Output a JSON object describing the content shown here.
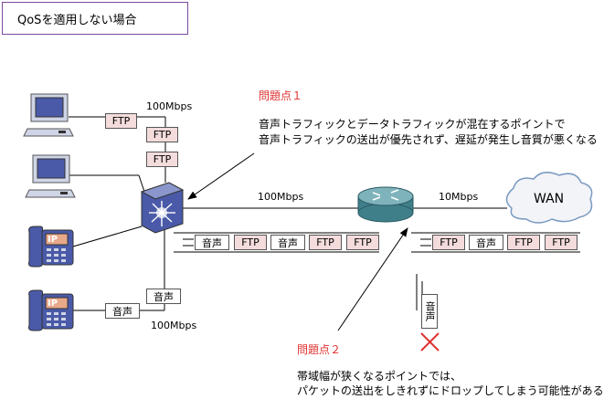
{
  "title": "QoSを適用しない場合",
  "speed_labels": {
    "upper_pc": "100Mbps",
    "lower_phone": "100Mbps",
    "lan_wan": "100Mbps",
    "wan_link": "10Mbps"
  },
  "wan_label": "WAN",
  "ip_label": "IP",
  "packets": {
    "ftp": "FTP",
    "voice": "音声"
  },
  "problem1": {
    "heading": "問題点１",
    "lines": [
      "音声トラフィックとデータトラフィックが混在するポイントで",
      "音声トラフィックの送出が優先されず、遅延が発生し音質が悪くなる"
    ]
  },
  "problem2": {
    "heading": "問題点２",
    "lines": [
      "帯域幅が狭くなるポイントでは、",
      "パケットの送出をしきれずにドロップしてしまう可能性がある。"
    ]
  },
  "colors": {
    "ftp_fill": "#f4dcdc",
    "switch_fill": "#4a5aa8",
    "router_fill": "#3f7f8a",
    "problem_heading": "#e03030",
    "drop_mark": "#e03030"
  }
}
